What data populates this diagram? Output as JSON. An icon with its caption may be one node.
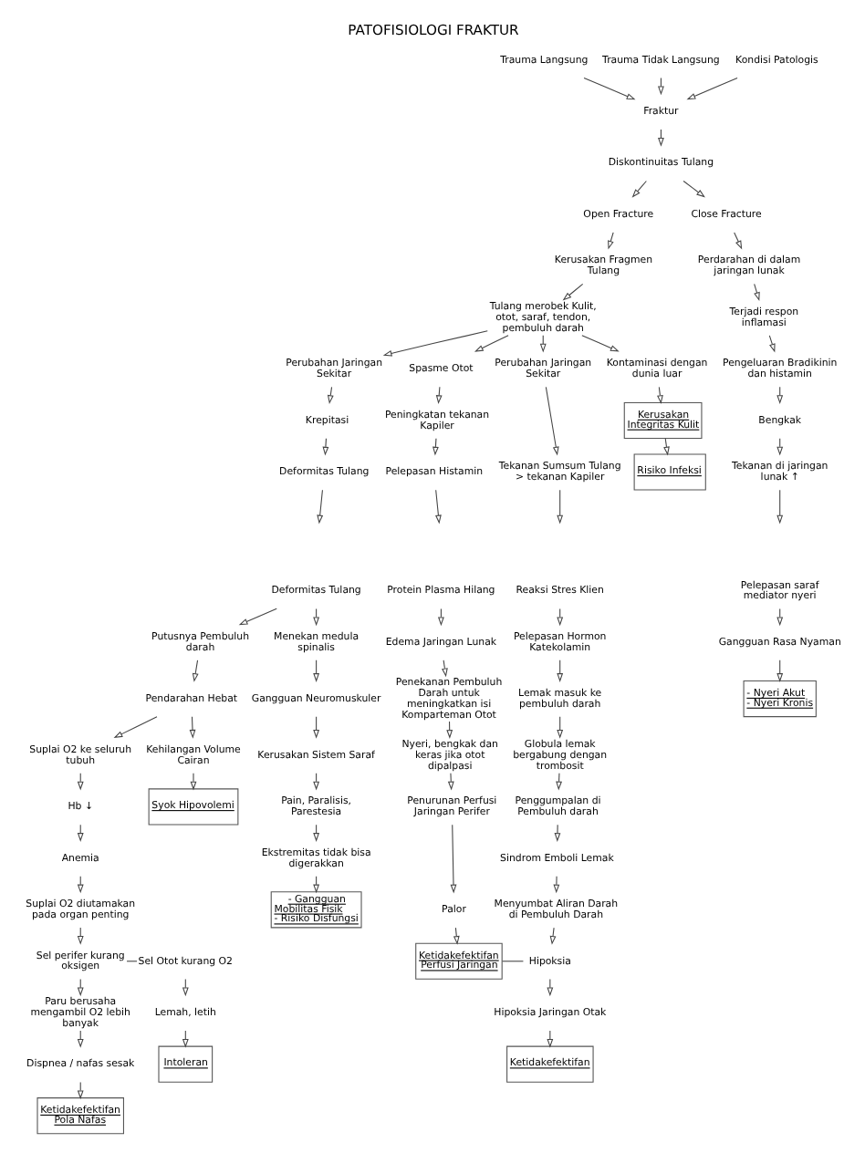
{
  "diagram": {
    "title": "PATOFISIOLOGI FRAKTUR",
    "nodes": [
      {
        "text": [
          "Trauma Langsung"
        ]
      },
      {
        "text": [
          "Trauma Tidak Langsung"
        ]
      },
      {
        "text": [
          "Kondisi Patologis"
        ]
      },
      {
        "text": [
          "Fraktur"
        ]
      },
      {
        "text": [
          "Diskontinuitas Tulang"
        ]
      },
      {
        "text": [
          "Open Fracture"
        ]
      },
      {
        "text": [
          "Close Fracture"
        ]
      },
      {
        "text": [
          "Kerusakan Fragmen Tulang"
        ]
      },
      {
        "text": [
          "Tulang merobek Kulit, otot, saraf, tendon, pembuluh darah"
        ]
      },
      {
        "text": [
          "Kontaminasi dengan dunia luar"
        ]
      },
      {
        "text": [
          "Perubahan Jaringan Sekitar"
        ]
      },
      {
        "text": [
          "Spasme Otot"
        ]
      },
      {
        "text": [
          "Perubahan Jaringan Sekitar"
        ]
      },
      {
        "text": [
          "Kerusakan Integritas Kulit"
        ]
      },
      {
        "text": [
          "Risiko Infeksi"
        ]
      },
      {
        "text": [
          "Krepitasi"
        ]
      },
      {
        "text": [
          "Deformitas Tulang"
        ]
      },
      {
        "text": [
          "Peningkatan tekanan Kapiler"
        ]
      },
      {
        "text": [
          "Pelepasan Histamin"
        ]
      },
      {
        "text": [
          "Tekanan Sumsum Tulang > tekanan Kapiler"
        ]
      },
      {
        "text": [
          "Perdarahan di dalam jaringan lunak"
        ]
      },
      {
        "text": [
          "Terjadi respon inflamasi"
        ]
      },
      {
        "text": [
          "Pengeluaran Bradikinin dan histamin"
        ]
      },
      {
        "text": [
          "Bengkak"
        ]
      },
      {
        "text": [
          "Tekanan di jaringan lunak ↑"
        ]
      },
      {
        "text": [
          "Deformitas Tulang"
        ]
      },
      {
        "text": [
          "Menekan medula spinalis"
        ]
      },
      {
        "text": [
          "Putusnya Pembuluh darah"
        ]
      },
      {
        "text": [
          "Pendarahan Hebat"
        ]
      },
      {
        "text": [
          "Gangguan Neuromuskuler"
        ]
      },
      {
        "text": [
          "Kerusakan Sistem Saraf"
        ]
      },
      {
        "text": [
          "Pain, Paralisis, Parestesia"
        ]
      },
      {
        "text": [
          "Ekstremitas tidak bisa digerakkan"
        ]
      },
      {
        "text": [
          "- Gangguan Mobilitas Fisik",
          "- Risiko Disfungsi"
        ]
      },
      {
        "text": [
          "Suplai O2 ke seluruh tubuh"
        ]
      },
      {
        "text": [
          "Kehilangan Volume Cairan"
        ]
      },
      {
        "text": [
          "Syok Hipovolemi"
        ]
      },
      {
        "text": [
          "Hb ↓"
        ]
      },
      {
        "text": [
          "Anemia"
        ]
      },
      {
        "text": [
          "Suplai O2 diutamakan pada organ penting"
        ]
      },
      {
        "text": [
          "Sel perifer kurang oksigen"
        ]
      },
      {
        "text": [
          "Sel Otot kurang O2"
        ]
      },
      {
        "text": [
          "Paru berusaha mengambil O2 lebih banyak"
        ]
      },
      {
        "text": [
          "Lemah, letih"
        ]
      },
      {
        "text": [
          "Dispnea / nafas sesak"
        ]
      },
      {
        "text": [
          "Ketidakefektifan Pola Nafas"
        ]
      },
      {
        "text": [
          "Intoleran"
        ]
      },
      {
        "text": [
          "Protein Plasma Hilang"
        ]
      },
      {
        "text": [
          "Edema Jaringan Lunak"
        ]
      },
      {
        "text": [
          "Penekanan Pembuluh Darah untuk meningkatkan isi Komparteman Otot"
        ]
      },
      {
        "text": [
          "Nyeri, bengkak dan keras jika otot dipalpasi"
        ]
      },
      {
        "text": [
          "Penurunan Perfusi Jaringan Perifer"
        ]
      },
      {
        "text": [
          "Palor"
        ]
      },
      {
        "text": [
          "Ketidakefektifan Perfusi Jaringan"
        ]
      },
      {
        "text": [
          "Reaksi Stres Klien"
        ]
      },
      {
        "text": [
          "Pelepasan Hormon Katekolamin"
        ]
      },
      {
        "text": [
          "Lemak masuk ke pembuluh darah"
        ]
      },
      {
        "text": [
          "Globula lemak bergabung dengan trombosit"
        ]
      },
      {
        "text": [
          "Penggumpalan di Pembuluh darah"
        ]
      },
      {
        "text": [
          "Sindrom Emboli Lemak"
        ]
      },
      {
        "text": [
          "Menyumbat Aliran Darah di Pembuluh Darah"
        ]
      },
      {
        "text": [
          "Hipoksia"
        ]
      },
      {
        "text": [
          "Hipoksia Jaringan Otak"
        ]
      },
      {
        "text": [
          "Ketidakefektifan"
        ]
      },
      {
        "text": [
          "Pelepasan saraf mediator nyeri"
        ]
      },
      {
        "text": [
          "Gangguan Rasa Nyaman"
        ]
      },
      {
        "text": [
          "- Nyeri Akut",
          "- Nyeri Kronis"
        ]
      }
    ],
    "edges": [
      {
        "from": 0,
        "to": 3,
        "arrow": "to"
      },
      {
        "from": 1,
        "to": 3,
        "arrow": "to"
      },
      {
        "from": 2,
        "to": 3,
        "arrow": "to"
      },
      {
        "from": 3,
        "to": 4,
        "arrow": "to"
      },
      {
        "from": 4,
        "to": 5,
        "arrow": "to"
      },
      {
        "from": 4,
        "to": 6,
        "arrow": "to"
      },
      {
        "from": 5,
        "to": 7,
        "arrow": "to"
      },
      {
        "from": 7,
        "to": 8,
        "arrow": "to"
      },
      {
        "from": 8,
        "to": 9,
        "arrow": "to"
      },
      {
        "from": 8,
        "to": 10,
        "arrow": "to"
      },
      {
        "from": 8,
        "to": 11,
        "arrow": "to"
      },
      {
        "from": 8,
        "to": 12,
        "arrow": "to"
      },
      {
        "from": 9,
        "to": 13,
        "arrow": "to"
      },
      {
        "from": 13,
        "to": 14,
        "arrow": "to"
      },
      {
        "from": 10,
        "to": 15,
        "arrow": "to"
      },
      {
        "from": 15,
        "to": 16,
        "arrow": "to"
      },
      {
        "from": 16,
        "to": null,
        "arrow": "to"
      },
      {
        "from": 11,
        "to": 17,
        "arrow": "to"
      },
      {
        "from": 17,
        "to": 18,
        "arrow": "to"
      },
      {
        "from": 18,
        "to": null,
        "arrow": "to"
      },
      {
        "from": 12,
        "to": 19,
        "arrow": "to"
      },
      {
        "from": 19,
        "to": null,
        "arrow": "to"
      },
      {
        "from": 6,
        "to": 20,
        "arrow": "to"
      },
      {
        "from": 20,
        "to": 21,
        "arrow": "to"
      },
      {
        "from": 21,
        "to": 22,
        "arrow": "to"
      },
      {
        "from": 22,
        "to": 23,
        "arrow": "to"
      },
      {
        "from": 23,
        "to": 24,
        "arrow": "to"
      },
      {
        "from": 24,
        "to": null,
        "arrow": "to"
      },
      {
        "from": 25,
        "to": 26,
        "arrow": "to"
      },
      {
        "from": 25,
        "to": 27,
        "arrow": "to"
      },
      {
        "from": 27,
        "to": 28,
        "arrow": "to"
      },
      {
        "from": 28,
        "to": 34,
        "arrow": "to"
      },
      {
        "from": 28,
        "to": 35,
        "arrow": "to"
      },
      {
        "from": 26,
        "to": 29,
        "arrow": "to"
      },
      {
        "from": 29,
        "to": 30,
        "arrow": "to"
      },
      {
        "from": 30,
        "to": 31,
        "arrow": "to"
      },
      {
        "from": 31,
        "to": 32,
        "arrow": "to"
      },
      {
        "from": 32,
        "to": 33,
        "arrow": "to"
      },
      {
        "from": 35,
        "to": 36,
        "arrow": "to"
      },
      {
        "from": 34,
        "to": 37,
        "arrow": "to"
      },
      {
        "from": 37,
        "to": 38,
        "arrow": "to"
      },
      {
        "from": 38,
        "to": 39,
        "arrow": "to"
      },
      {
        "from": 39,
        "to": 40,
        "arrow": "to"
      },
      {
        "from": 40,
        "to": 41,
        "arrow": "none"
      },
      {
        "from": 40,
        "to": 42,
        "arrow": "to"
      },
      {
        "from": 42,
        "to": 44,
        "arrow": "to"
      },
      {
        "from": 44,
        "to": 45,
        "arrow": "to"
      },
      {
        "from": 41,
        "to": 43,
        "arrow": "to"
      },
      {
        "from": 43,
        "to": 46,
        "arrow": "to"
      },
      {
        "from": 47,
        "to": 48,
        "arrow": "to"
      },
      {
        "from": 48,
        "to": 49,
        "arrow": "to"
      },
      {
        "from": 49,
        "to": 50,
        "arrow": "to"
      },
      {
        "from": 50,
        "to": 51,
        "arrow": "to"
      },
      {
        "from": 51,
        "to": 52,
        "arrow": "to"
      },
      {
        "from": 52,
        "to": 53,
        "arrow": "to"
      },
      {
        "from": 53,
        "to": 61,
        "arrow": "none"
      },
      {
        "from": 54,
        "to": 55,
        "arrow": "to"
      },
      {
        "from": 55,
        "to": 56,
        "arrow": "to"
      },
      {
        "from": 56,
        "to": 57,
        "arrow": "to"
      },
      {
        "from": 57,
        "to": 58,
        "arrow": "to"
      },
      {
        "from": 58,
        "to": 59,
        "arrow": "to"
      },
      {
        "from": 59,
        "to": 60,
        "arrow": "to"
      },
      {
        "from": 60,
        "to": 61,
        "arrow": "to"
      },
      {
        "from": 61,
        "to": 62,
        "arrow": "to"
      },
      {
        "from": 62,
        "to": 63,
        "arrow": "to"
      },
      {
        "from": 64,
        "to": 65,
        "arrow": "to"
      },
      {
        "from": 65,
        "to": 66,
        "arrow": "to"
      }
    ]
  }
}
